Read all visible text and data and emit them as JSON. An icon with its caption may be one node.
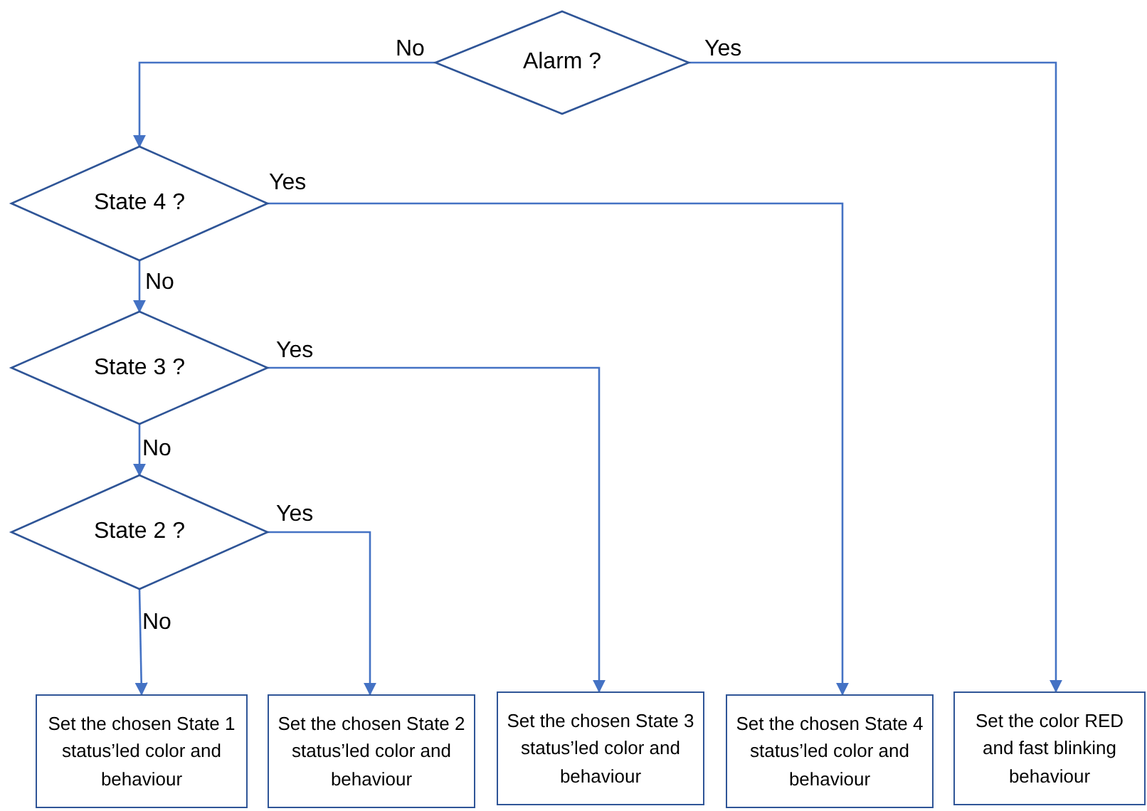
{
  "diagram": {
    "nodes": [
      {
        "text": [
          "Alarm ?"
        ]
      },
      {
        "text": [
          "State 4 ?"
        ]
      },
      {
        "text": [
          "State 3 ?"
        ]
      },
      {
        "text": [
          "State 2 ?"
        ]
      },
      {
        "text": [
          "Set the chosen State 1 status’led color and behaviour"
        ]
      },
      {
        "text": [
          "Set the chosen State 2 status’led color and behaviour"
        ]
      },
      {
        "text": [
          "Set the chosen State 3 status’led color and behaviour"
        ]
      },
      {
        "text": [
          "Set the chosen State 4 status’led color and behaviour"
        ]
      },
      {
        "text": [
          "Set the color RED and fast blinking behaviour"
        ]
      }
    ],
    "edges": [
      {
        "from": 0,
        "to": 1,
        "arrow": "to",
        "label": "No"
      },
      {
        "from": 0,
        "to": 8,
        "arrow": "to",
        "label": "Yes"
      },
      {
        "from": 1,
        "to": 7,
        "arrow": "to",
        "label": "Yes"
      },
      {
        "from": 1,
        "to": 2,
        "arrow": "to",
        "label": "No"
      },
      {
        "from": 2,
        "to": 6,
        "arrow": "to",
        "label": "Yes"
      },
      {
        "from": 2,
        "to": 3,
        "arrow": "to",
        "label": "No"
      },
      {
        "from": 3,
        "to": 5,
        "arrow": "to",
        "label": "Yes"
      },
      {
        "from": 3,
        "to": 4,
        "arrow": "to",
        "label": "No"
      }
    ]
  }
}
